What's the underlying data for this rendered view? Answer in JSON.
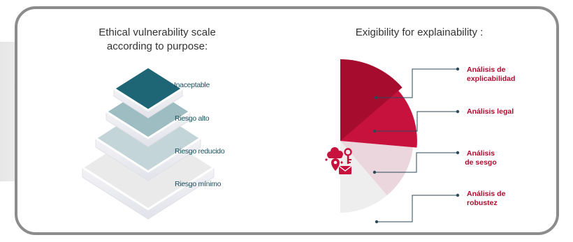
{
  "left": {
    "title_line1": "Ethical vulnerability scale",
    "title_line2": "according to purpose:",
    "levels": [
      {
        "label": "Inaceptable"
      },
      {
        "label": "Riesgo alto"
      },
      {
        "label": "Riesgo reducido"
      },
      {
        "label": "Riesgo mínimo"
      }
    ]
  },
  "right": {
    "title": "Exigibility for explainability :",
    "sections": [
      {
        "line1": "Análisis de",
        "line2": "explicabilidad"
      },
      {
        "line1": "Análisis legal",
        "line2": ""
      },
      {
        "line1": "Análisis",
        "line2": "de sesgo"
      },
      {
        "line1": "Análisis de",
        "line2": "robustez"
      }
    ],
    "icons": [
      "cloud-icon",
      "key-icon",
      "location-pin-icon",
      "envelope-icon"
    ]
  },
  "colors": {
    "teal_dark": "#1e6676",
    "teal_mid": "#9dbdc2",
    "crimson_dark": "#a50c2e",
    "crimson": "#c7123e",
    "pink_light": "#e8d3d9",
    "grey_light": "#eeeeee",
    "line": "#2b4a5a",
    "text_red": "#b00a2e"
  }
}
